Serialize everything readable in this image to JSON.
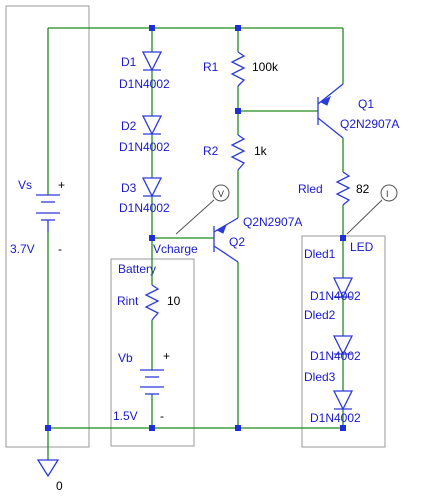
{
  "components": {
    "vs": {
      "name": "Vs",
      "value": "3.7V",
      "plus": "+",
      "minus": "-"
    },
    "d1": {
      "name": "D1",
      "model": "D1N4002"
    },
    "d2": {
      "name": "D2",
      "model": "D1N4002"
    },
    "d3": {
      "name": "D3",
      "model": "D1N4002"
    },
    "r1": {
      "name": "R1",
      "value": "100k"
    },
    "r2": {
      "name": "R2",
      "value": "1k"
    },
    "q1": {
      "name": "Q1",
      "model": "Q2N2907A"
    },
    "q2": {
      "name": "Q2",
      "model": "Q2N2907A"
    },
    "rled": {
      "name": "Rled",
      "value": "82"
    },
    "battery": {
      "title": "Battery",
      "rint_name": "Rint",
      "rint_value": "10",
      "vb_name": "Vb",
      "vb_value": "1.5V",
      "plus": "+",
      "minus": "-"
    },
    "led": {
      "title": "LED"
    },
    "dled1": {
      "name": "Dled1",
      "model": "D1N4002"
    },
    "dled2": {
      "name": "Dled2",
      "model": "D1N4002"
    },
    "dled3": {
      "name": "Dled3",
      "model": "D1N4002"
    }
  },
  "nets": {
    "vcharge": "Vcharge",
    "ground": "0"
  },
  "probes": {
    "voltage": "V",
    "current": "I"
  }
}
